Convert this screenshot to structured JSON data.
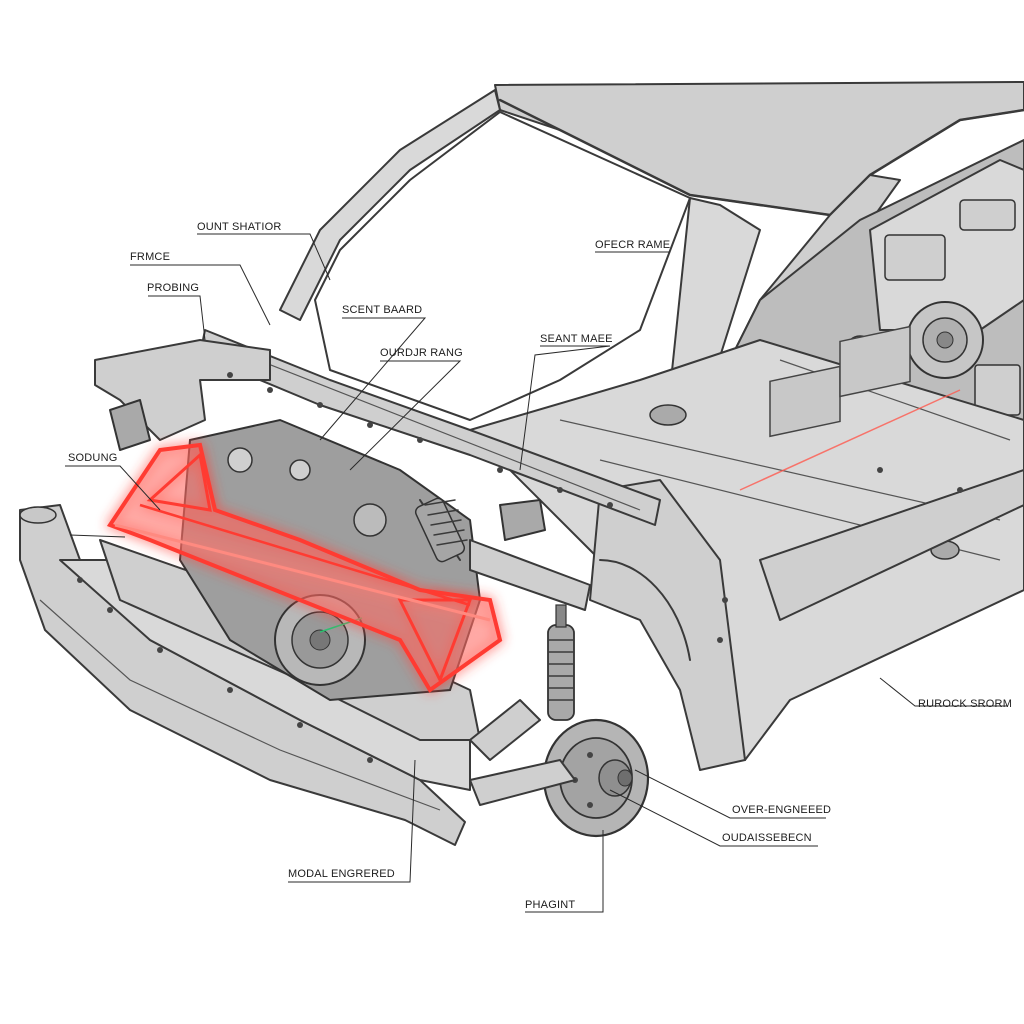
{
  "labels": {
    "mount_station": "OUNT SHATIOR",
    "frame": "FRMCE",
    "probing": "PROBING",
    "scent_board": "SCENT BAARD",
    "ourdr_rang": "OURDJR RANG",
    "seant_mate": "SEANT MAEE",
    "ofecr_rame": "OFECR RAME",
    "sodung": "SODUNG",
    "rurock_srorm": "RUROCK SRORM",
    "over_engineered": "OVER-ENGNEEED",
    "oudaisse_srecn": "OUDAISSEBECN",
    "modal_engineered": "MODAL ENGRERED",
    "phagint": "PHAGINT"
  },
  "colors": {
    "highlight": "#ff3b30",
    "body": "#bdbdbd",
    "line": "#3a3a3a",
    "accent_green": "#2fbf71"
  },
  "icons": [
    "car-body-icon",
    "crossmember-highlight-icon",
    "wheel-hub-icon",
    "shock-absorber-icon",
    "engine-icon"
  ]
}
